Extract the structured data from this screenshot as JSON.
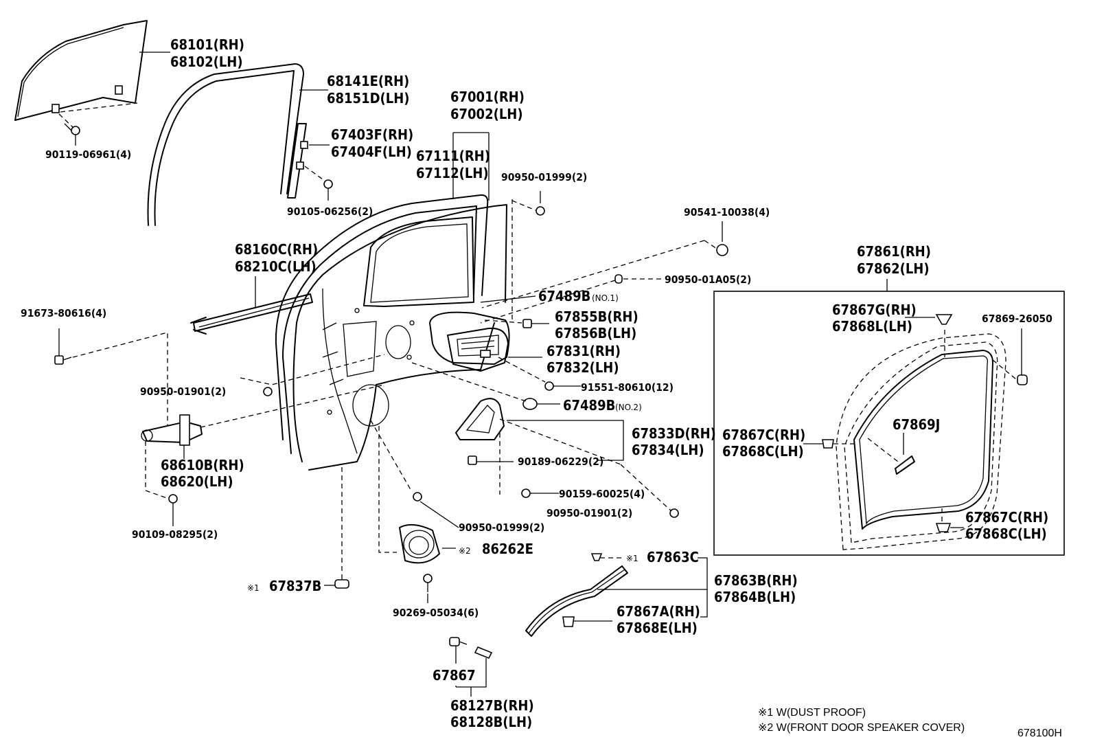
{
  "diagram": {
    "labels": {
      "p68101": "68101(RH)",
      "p68102": "68102(LH)",
      "p90119": "90119-06961(4)",
      "p68141E": "68141E(RH)",
      "p68151D": "68151D(LH)",
      "p67403F": "67403F(RH)",
      "p67404F": "67404F(LH)",
      "p90105": "90105-06256(2)",
      "p67001": "67001(RH)",
      "p67002": "67002(LH)",
      "p67111": "67111(RH)",
      "p67112": "67112(LH)",
      "p90950_01999a": "90950-01999(2)",
      "p90541": "90541-10038(4)",
      "p68160C": "68160C(RH)",
      "p68210C": "68210C(LH)",
      "p90950_01A05": "90950-01A05(2)",
      "p67489B_1": "67489B",
      "p67489B_1_note": "(NO.1)",
      "p91673": "91673-80616(4)",
      "p67855B": "67855B(RH)",
      "p67856B": "67856B(LH)",
      "p67831": "67831(RH)",
      "p67832": "67832(LH)",
      "p91551": "91551-80610(12)",
      "p90950_01901a": "90950-01901(2)",
      "p67489B_2": "67489B",
      "p67489B_2_note": "(NO.2)",
      "p67833D": "67833D(RH)",
      "p67834": "67834(LH)",
      "p68610B": "68610B(RH)",
      "p68620": "68620(LH)",
      "p90189": "90189-06229(2)",
      "p90159": "90159-60025(4)",
      "p90950_01901b": "90950-01901(2)",
      "p90109": "90109-08295(2)",
      "p90950_01999b": "90950-01999(2)",
      "p86262E": "86262E",
      "p86262E_mark": "※2",
      "p67837B": "67837B",
      "p67837B_mark": "※1",
      "p90269": "90269-05034(6)",
      "p67863C": "67863C",
      "p67863C_mark": "※1",
      "p67863B": "67863B(RH)",
      "p67864B": "67864B(LH)",
      "p67867A": "67867A(RH)",
      "p67868E": "67868E(LH)",
      "p67867": "67867",
      "p68127B": "68127B(RH)",
      "p68128B": "68128B(LH)",
      "p67861": "67861(RH)",
      "p67862": "67862(LH)",
      "p67867G": "67867G(RH)",
      "p67868L": "67868L(LH)",
      "p67869_26050": "67869-26050",
      "p67867C_a": "67867C(RH)",
      "p67868C_a": "67868C(LH)",
      "p67869J": "67869J",
      "p67867C_b": "67867C(RH)",
      "p67868C_b": "67868C(LH)"
    },
    "notes": {
      "note1": "※1 W(DUST PROOF)",
      "note2": "※2 W(FRONT DOOR SPEAKER COVER)"
    },
    "figure_code": "678100H"
  }
}
